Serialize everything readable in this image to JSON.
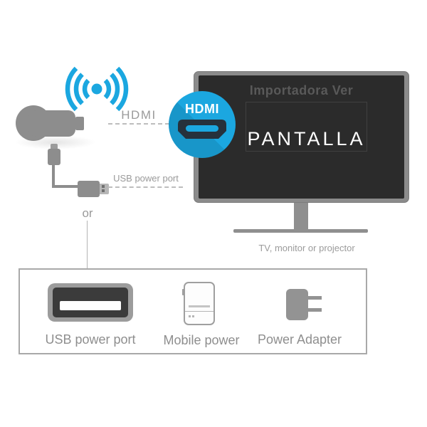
{
  "labels": {
    "hdmi_line": "HDMI",
    "usb_power_line": "USB power port",
    "or": "or",
    "tv_caption": "TV, monitor or projector"
  },
  "hdmi_badge": {
    "text": "HDMI"
  },
  "tv": {
    "screen_title": "Importadora Ver",
    "screen_text": "PANTALLA"
  },
  "power_options": {
    "usb": {
      "label": "USB power port"
    },
    "mobile": {
      "label": "Mobile power"
    },
    "adapter": {
      "label": "Power Adapter"
    }
  },
  "icons": {
    "wifi-signal-icon": "blue center dot with three broadcast arcs each side",
    "dongle-icon": "gray wireless display dongle",
    "micro-usb-plug-icon": "micro usb plug with cable",
    "usb-a-plug-icon": "usb type-a male connector",
    "hdmi-connector-icon": "hdmi plug silhouette in blue circle",
    "tv-icon": "television / monitor",
    "usb-port-icon": "usb type-a female port",
    "power-bank-icon": "mobile power bank",
    "power-adapter-icon": "wall power adapter with prongs"
  },
  "colors": {
    "accent_blue": "#1BA7E0",
    "device_gray": "#8D8D8D",
    "tv_frame": "#8B8B8B",
    "tv_screen": "#2B2B2B",
    "label_gray": "#9A9A9A",
    "port_dark": "#3B3B3B"
  }
}
